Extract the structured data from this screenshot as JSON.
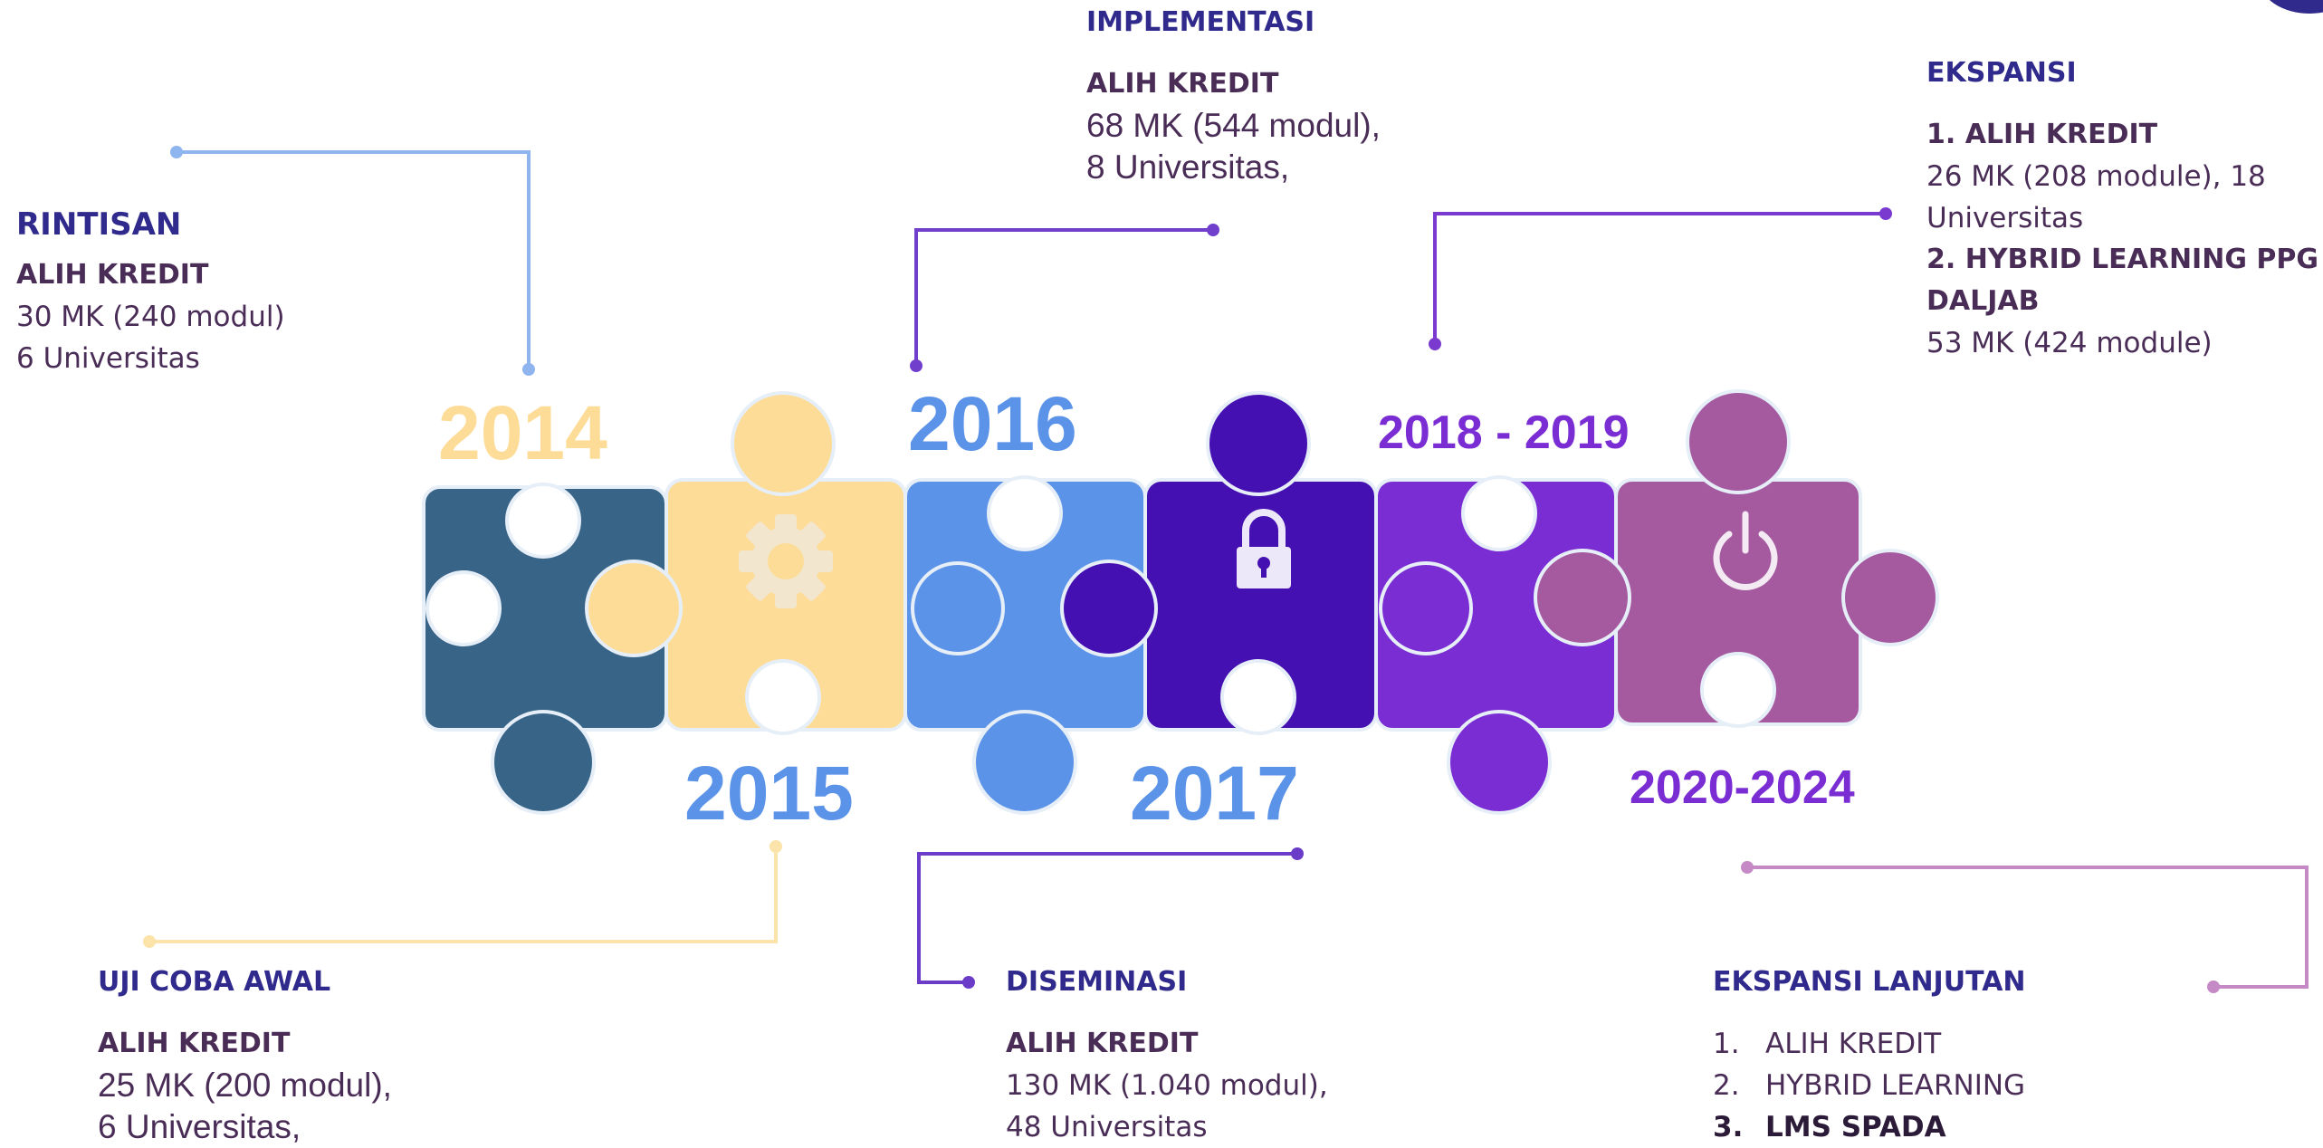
{
  "years": {
    "y2014": "2014",
    "y2015": "2015",
    "y2016": "2016",
    "y2017": "2017",
    "y2018": "2018 - 2019",
    "y2020": "2020-2024"
  },
  "colors": {
    "piece_2014": "#376487",
    "piece_2015": "#FDDC97",
    "piece_2016": "#5B93E8",
    "piece_2017": "#4510B2",
    "piece_2018": "#7B2DD4",
    "piece_2020": "#A55AA0",
    "heading": "#2f2a8c",
    "text": "#4a2d57"
  },
  "rintisan": {
    "title": "RINTISAN",
    "head": "ALIH KREDIT",
    "line1": "30 MK (240 modul)",
    "line2": "6 Universitas"
  },
  "uji_coba": {
    "title": "UJI COBA AWAL",
    "head": "ALIH KREDIT",
    "line1": "25 MK (200 modul),",
    "line2": "6 Universitas,"
  },
  "implementasi": {
    "title": "IMPLEMENTASI",
    "head": "ALIH KREDIT",
    "line1": "68 MK (544 modul),",
    "line2": "8 Universitas,"
  },
  "diseminasi": {
    "title": "DISEMINASI",
    "head": "ALIH KREDIT",
    "line1": "130 MK (1.040 modul),",
    "line2": "48 Universitas"
  },
  "ekspansi": {
    "title": "EKSPANSI",
    "head1": "1. ALIH KREDIT",
    "line1": "26 MK (208 module), 18",
    "line2": "Universitas",
    "head2a": "2. HYBRID LEARNING PPG",
    "head2b": "DALJAB",
    "line3": "53 MK (424 module)"
  },
  "ekspansi_lanjutan": {
    "title": "EKSPANSI LANJUTAN",
    "items": [
      {
        "num": "1.",
        "label": "ALIH KREDIT"
      },
      {
        "num": "2.",
        "label": "HYBRID LEARNING"
      },
      {
        "num": "3.",
        "label": "LMS SPADA"
      }
    ]
  },
  "icons": {
    "piece_2015": "gear-icon",
    "piece_2017": "lock-icon",
    "piece_2020": "power-icon"
  }
}
